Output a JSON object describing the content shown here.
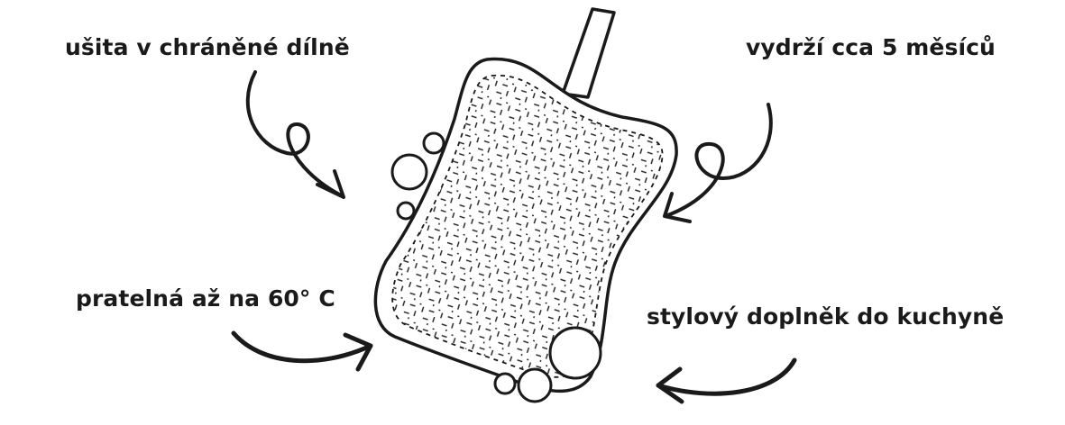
{
  "labels": {
    "top_left": "ušita v chráněné dílně",
    "top_right": "vydrží cca 5 měsíců",
    "bottom_left": "pratelná až na 60° C",
    "bottom_right": "stylový doplněk do kuchyně"
  },
  "colors": {
    "ink": "#1a1a1a",
    "background": "#ffffff"
  },
  "icons": {
    "main": "sponge-with-handle-illustration",
    "bubbles": "soap-bubble-icon",
    "arrows": "curly-arrow-icon"
  }
}
